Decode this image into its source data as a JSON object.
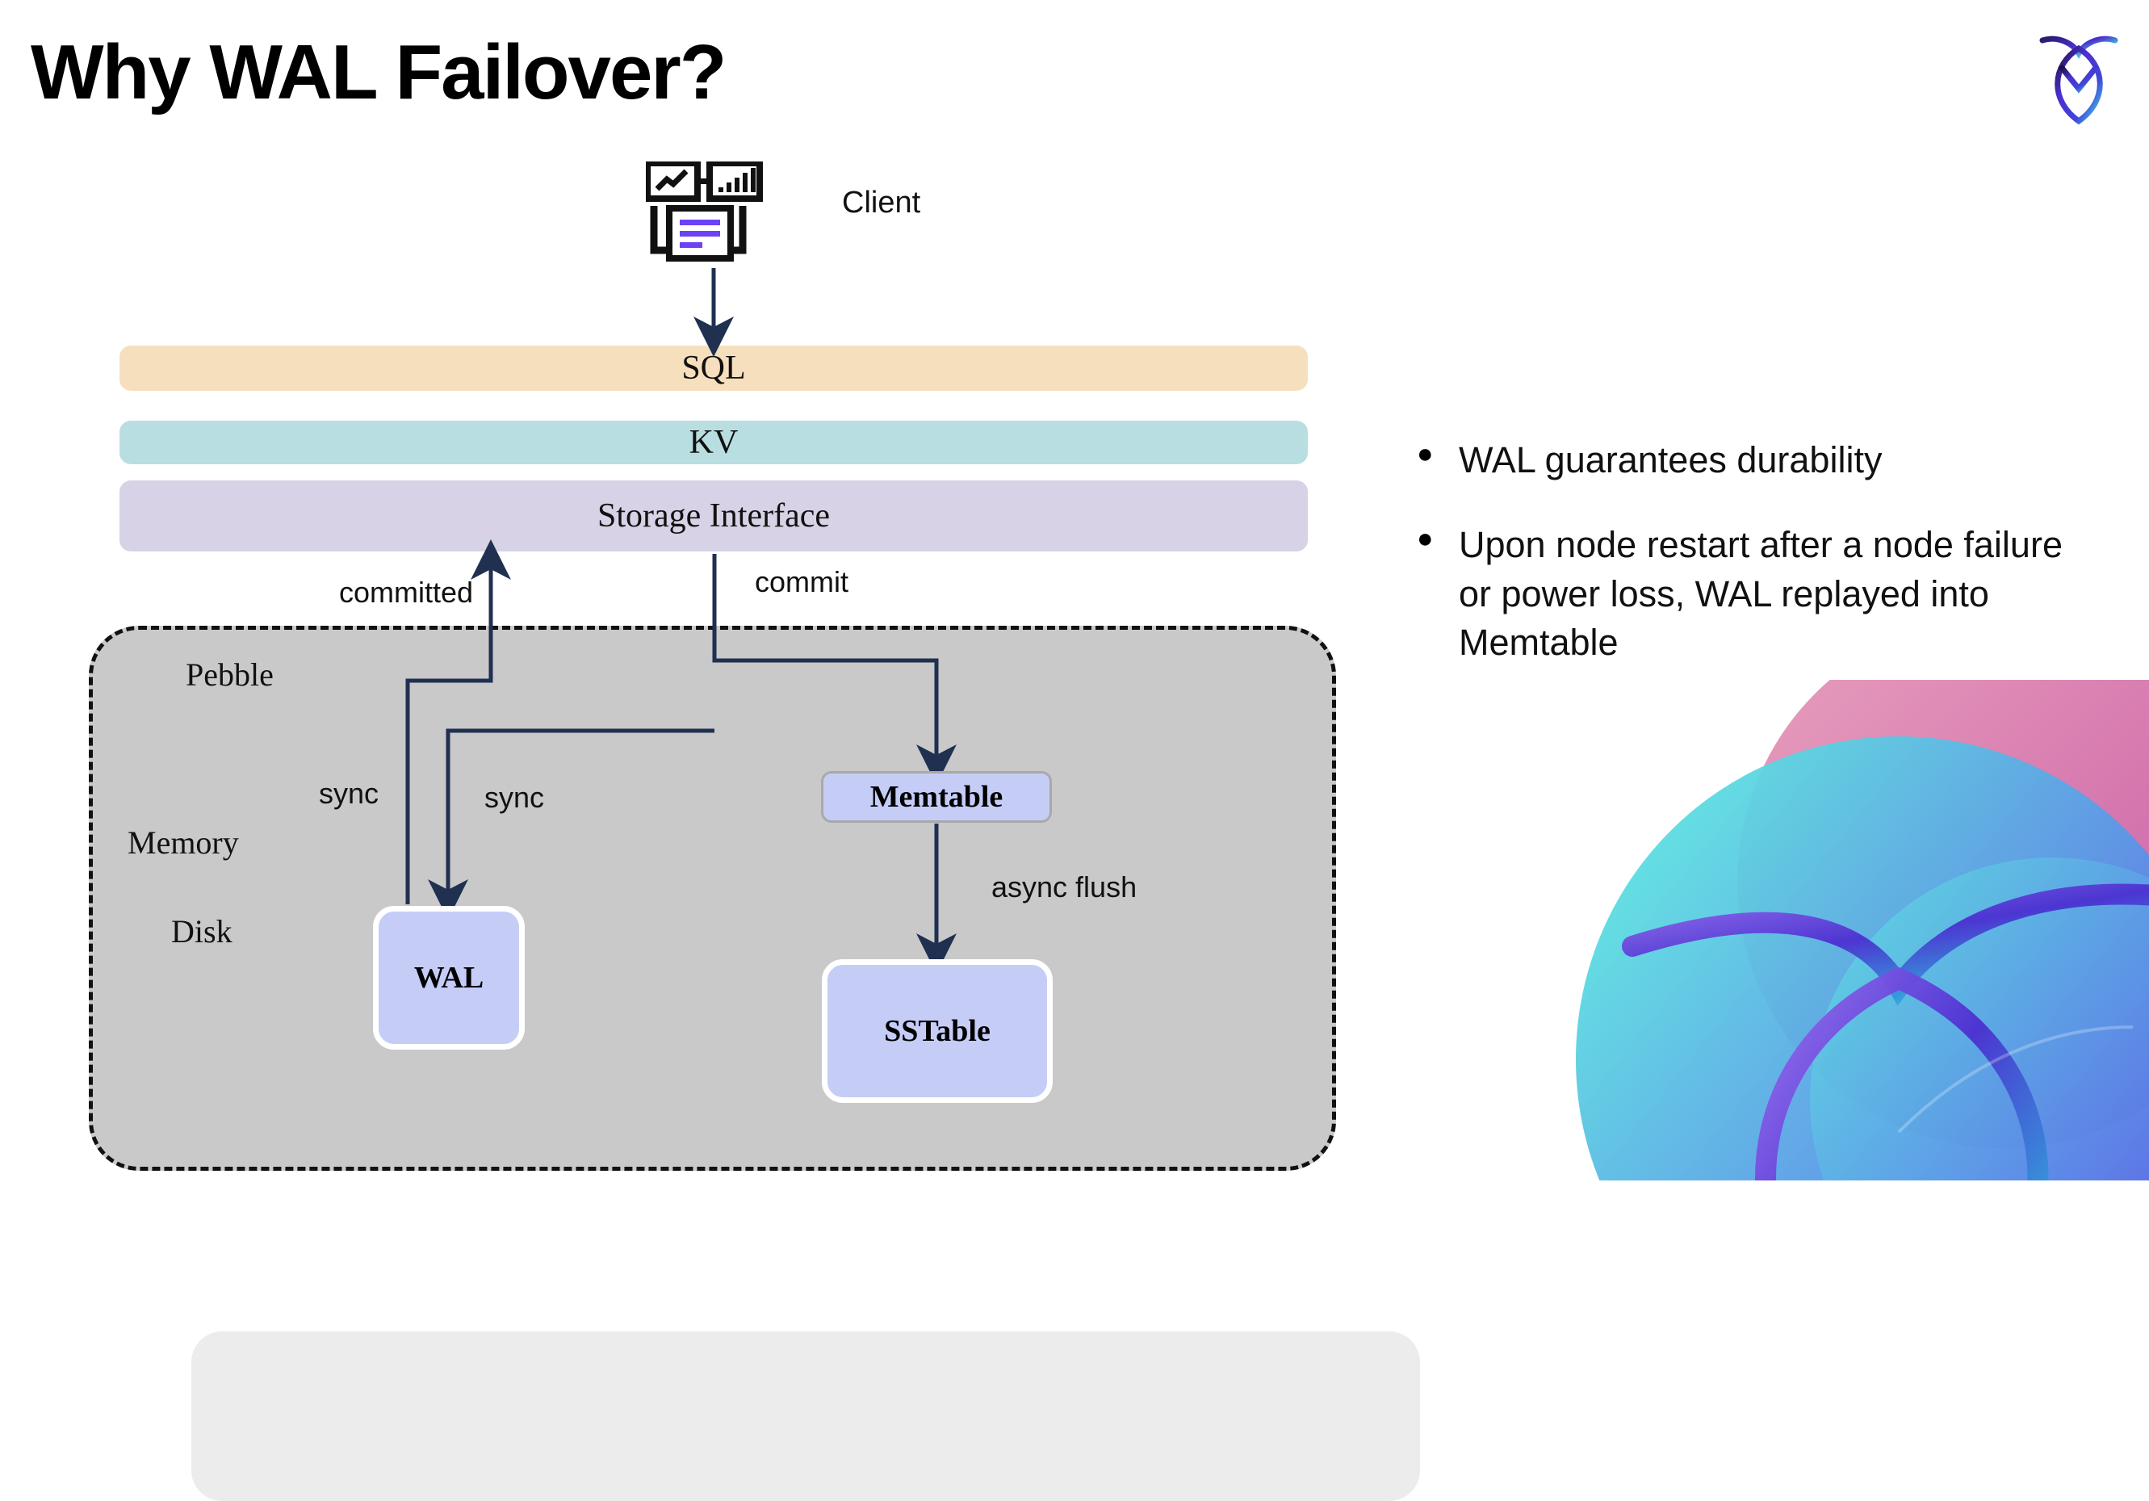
{
  "slide": {
    "title": "Why WAL Failover?"
  },
  "brand": {
    "logo_icon": "cockroachdb-logo-icon",
    "corner_art_icon": "decorative-circles-graphic",
    "gradient_purple": "#4b2fd0",
    "gradient_cyan": "#45e0e0",
    "gradient_pink": "#d45c9c",
    "gradient_magenta": "#c0449a",
    "gradient_blue": "#5a8fe8"
  },
  "diagram": {
    "client": {
      "label": "Client",
      "icon": "client-dashboard-icon",
      "accent_color": "#6c42f5"
    },
    "layers": [
      {
        "label": "SQL",
        "color": "#f6dfbd"
      },
      {
        "label": "KV",
        "color": "#b9dee1"
      },
      {
        "label": "Storage Interface",
        "color": "#d7d2e6"
      }
    ],
    "pebble": {
      "label": "Pebble",
      "background": "#c9c9c9",
      "border_color": "#111111",
      "regions": [
        {
          "label": "Memory",
          "color": "#ececec"
        },
        {
          "label": "Disk",
          "color": "#c9c9c9"
        }
      ]
    },
    "boxes": [
      {
        "label": "Memtable",
        "color": "#c5cdf7",
        "border": "#a9a9a9"
      },
      {
        "label": "WAL",
        "color": "#c5cdf7",
        "border": "#ffffff"
      },
      {
        "label": "SSTable",
        "color": "#c5cdf7",
        "border": "#ffffff"
      }
    ],
    "edge_labels": {
      "committed": "committed",
      "commit": "commit",
      "sync_left": "sync",
      "sync_right": "sync",
      "async_flush": "async flush"
    },
    "arrow_color": "#1f3050"
  },
  "bullets": [
    {
      "marker": "●",
      "text": "WAL guarantees durability"
    },
    {
      "marker": "●",
      "text": "Upon node restart after a node failure or power loss, WAL replayed into Memtable"
    }
  ]
}
